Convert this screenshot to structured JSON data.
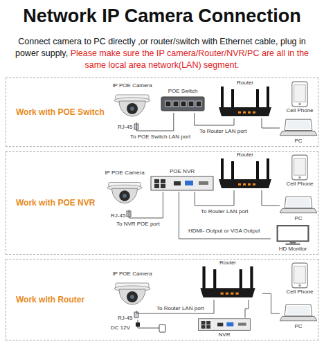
{
  "diagram": {
    "title": "Network IP Camera Connection",
    "nodes": [
      {
        "text": [
          "Work with POE Switch"
        ]
      },
      {
        "text": [
          "IP POE Camera"
        ],
        "in": 0
      },
      {
        "text": [
          "POE Switch"
        ],
        "in": 0
      },
      {
        "text": [
          "Router"
        ],
        "in": 0
      },
      {
        "text": [
          "Cell Phone"
        ],
        "in": 0
      },
      {
        "text": [
          "PC"
        ],
        "in": 0
      },
      {
        "text": [
          "Work with POE NVR"
        ]
      },
      {
        "text": [
          "IP POE Camera"
        ],
        "in": 6
      },
      {
        "text": [
          "POE NVR"
        ],
        "in": 6
      },
      {
        "text": [
          "Router"
        ],
        "in": 6
      },
      {
        "text": [
          "Cell Phone"
        ],
        "in": 6
      },
      {
        "text": [
          "PC"
        ],
        "in": 6
      },
      {
        "text": [
          "HD Monitor"
        ],
        "in": 6
      },
      {
        "text": [
          "Work with Router"
        ]
      },
      {
        "text": [
          "IP POE Camera"
        ],
        "in": 13
      },
      {
        "text": [
          "Router"
        ],
        "in": 13
      },
      {
        "text": [
          "Cell Phone"
        ],
        "in": 13
      },
      {
        "text": [
          "PC"
        ],
        "in": 13
      },
      {
        "text": [
          "NVR"
        ],
        "in": 13
      }
    ],
    "edges": [
      {
        "from": 1,
        "to": 2,
        "label": "To POE Switch LAN port",
        "arrow": "none"
      },
      {
        "from": 2,
        "to": 3,
        "label": "To Router LAN port",
        "arrow": "none"
      },
      {
        "from": 3,
        "to": 5,
        "arrow": "none"
      },
      {
        "from": 7,
        "to": 8,
        "label": "To NVR POE port",
        "arrow": "none"
      },
      {
        "from": 8,
        "to": 9,
        "label": "To Router LAN port",
        "arrow": "none"
      },
      {
        "from": 9,
        "to": 11,
        "arrow": "none"
      },
      {
        "from": 8,
        "to": 12,
        "label": "HDMI- Output or VGA Output",
        "arrow": "none"
      },
      {
        "from": 14,
        "to": 15,
        "label": "To Router LAN port",
        "arrow": "none"
      },
      {
        "from": 15,
        "to": 17,
        "arrow": "none"
      },
      {
        "from": 15,
        "to": 18,
        "arrow": "none"
      }
    ],
    "labels": [
      "Connect camera to PC directly ,or router/switch with Ethernet cable, plug in power supply,",
      "Please make sure the IP camera/Router/NVR/PC are all in the same local area network(LAN) segment.",
      "RJ-45",
      "RJ-45",
      "RJ-45",
      "DC 12V"
    ]
  }
}
